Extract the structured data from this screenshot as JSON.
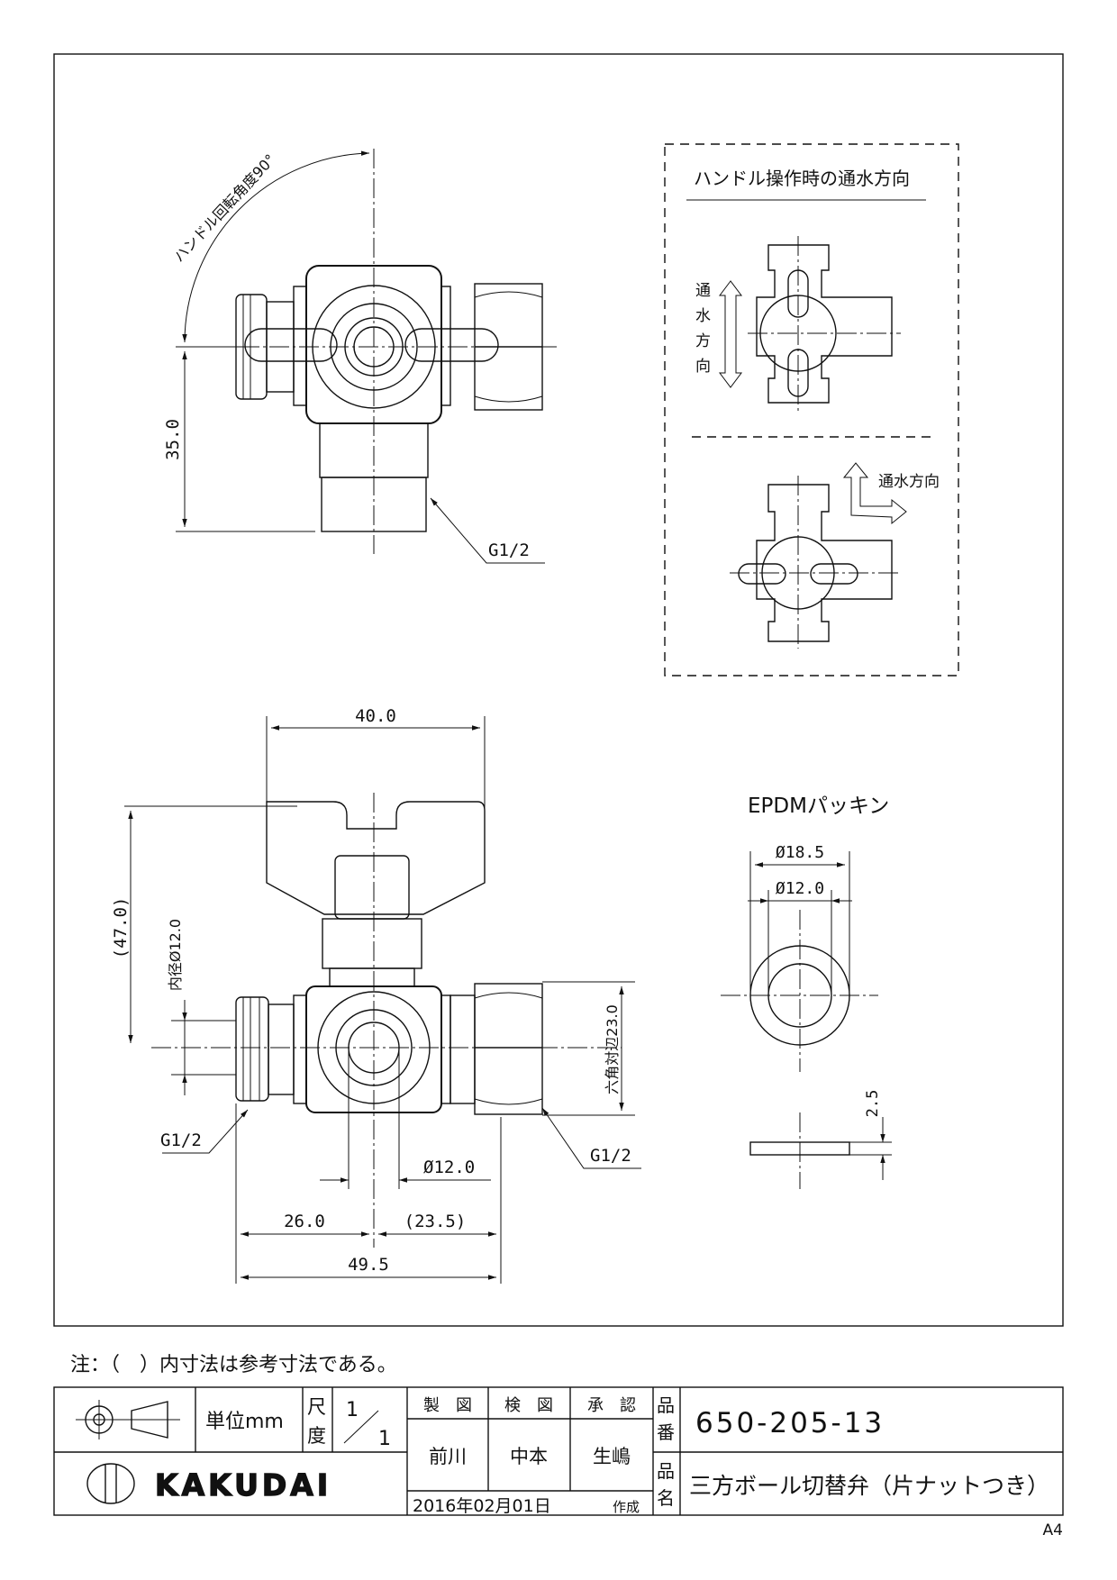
{
  "top_view": {
    "rotation_label": "ハンドル回転角度90°",
    "height_dim": "35.0",
    "thread_label": "G1/2"
  },
  "flow_panel": {
    "title": "ハンドル操作時の通水方向",
    "flow_vertical_chars": [
      "通",
      "水",
      "方",
      "向"
    ],
    "flow_label": "通水方向"
  },
  "front_view": {
    "width_dim": "40.0",
    "height_dim": "(47.0)",
    "inner_dia_label": "内径Ø12.0",
    "hex_label": "六角対辺23.0",
    "left_thread": "G1/2",
    "right_thread": "G1/2",
    "bore_dia": "Ø12.0",
    "left_offset": "26.0",
    "right_offset": "(23.5)",
    "total_length": "49.5"
  },
  "packing": {
    "title": "EPDMパッキン",
    "outer_dia": "Ø18.5",
    "inner_dia": "Ø12.0",
    "thickness": "2.5"
  },
  "note": "注：（　）内寸法は参考寸法である。",
  "title_block": {
    "unit_label": "単位mm",
    "scale_label_chars": [
      "尺",
      "度"
    ],
    "scale_top": "1",
    "scale_bottom": "1",
    "drawn_label": "製　図",
    "checked_label": "検　図",
    "approved_label": "承　認",
    "drawn_by": "前川",
    "checked_by": "中本",
    "approved_by": "生嶋",
    "part_no_label_chars": [
      "品",
      "番"
    ],
    "part_no": "650-205-13",
    "part_name_label_chars": [
      "品",
      "名"
    ],
    "part_name": "三方ボール切替弁（片ナットつき）",
    "brand": "KAKUDAI",
    "date": "2016年02月01日",
    "created": "作成",
    "sheet_size": "A4"
  }
}
